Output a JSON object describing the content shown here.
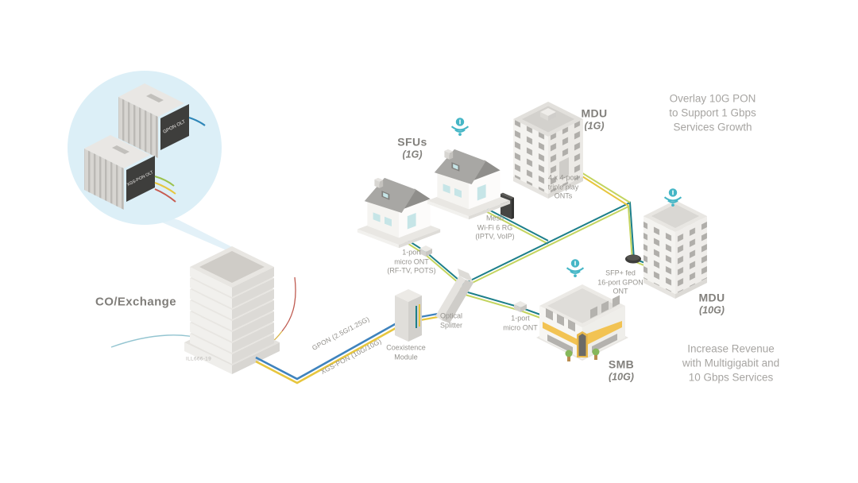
{
  "colors": {
    "gpon_blue": "#3f83bd",
    "xgs_yellow": "#e7c63e",
    "pon_teal": "#1d7f8a",
    "pon_green": "#c3d45f",
    "wifi": "#45b6c6",
    "inset_bg": "#dceff7",
    "fiber_green": "#9cc24e",
    "fiber_red": "#c75b50"
  },
  "inset": {
    "gpon_card": "GPON OLT",
    "xgs_card": "XGS-PON OLT"
  },
  "co": {
    "label": "CO/Exchange",
    "illustration_id": "ILL666-19"
  },
  "links": {
    "gpon": "GPON (2.5G/1.25G)",
    "xgs_pon": "XGS-PON (10G/10G)"
  },
  "devices": {
    "coexistence": "Coexistence\nModule",
    "splitter": "Optical\nSplitter",
    "micro_ont_sfu": "1-port\nmicro ONT\n(RF-TV, POTS)",
    "mesh_rg": "Mesh\nWi-Fi 6 RG\n(IPTV, VoIP)",
    "triple_play": "4 x 4-port\ntriple play\nONTs",
    "sfp_ont": "SFP+ fed\n16-port GPON\nONT",
    "micro_ont_smb": "1-port\nmicro ONT"
  },
  "sites": {
    "sfu": {
      "name": "SFUs",
      "speed": "(1G)"
    },
    "mdu1": {
      "name": "MDU",
      "speed": "(1G)"
    },
    "mdu10": {
      "name": "MDU",
      "speed": "(10G)"
    },
    "smb": {
      "name": "SMB",
      "speed": "(10G)"
    }
  },
  "callouts": {
    "overlay": "Overlay 10G PON\nto Support 1 Gbps\nServices Growth",
    "revenue": "Increase Revenue\nwith Multigigabit and\n10 Gbps Services"
  }
}
